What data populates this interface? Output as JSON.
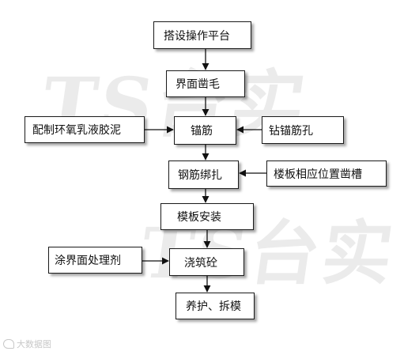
{
  "watermark": {
    "primary": "TS台实",
    "secondary": "TS台实"
  },
  "flowchart": {
    "main_steps": [
      "搭设操作平台",
      "界面凿毛",
      "锚筋",
      "钢筋绑扎",
      "模板安装",
      "浇筑砼",
      "养护、拆模"
    ],
    "side_inputs": {
      "prepare_glue": "配制环氧乳液胶泥",
      "drill_holes": "钻锚筋孔",
      "chisel_grooves": "楼板相应位置凿槽",
      "coat_interface": "涂界面处理剂"
    }
  },
  "logo": {
    "text": "大数据图"
  }
}
